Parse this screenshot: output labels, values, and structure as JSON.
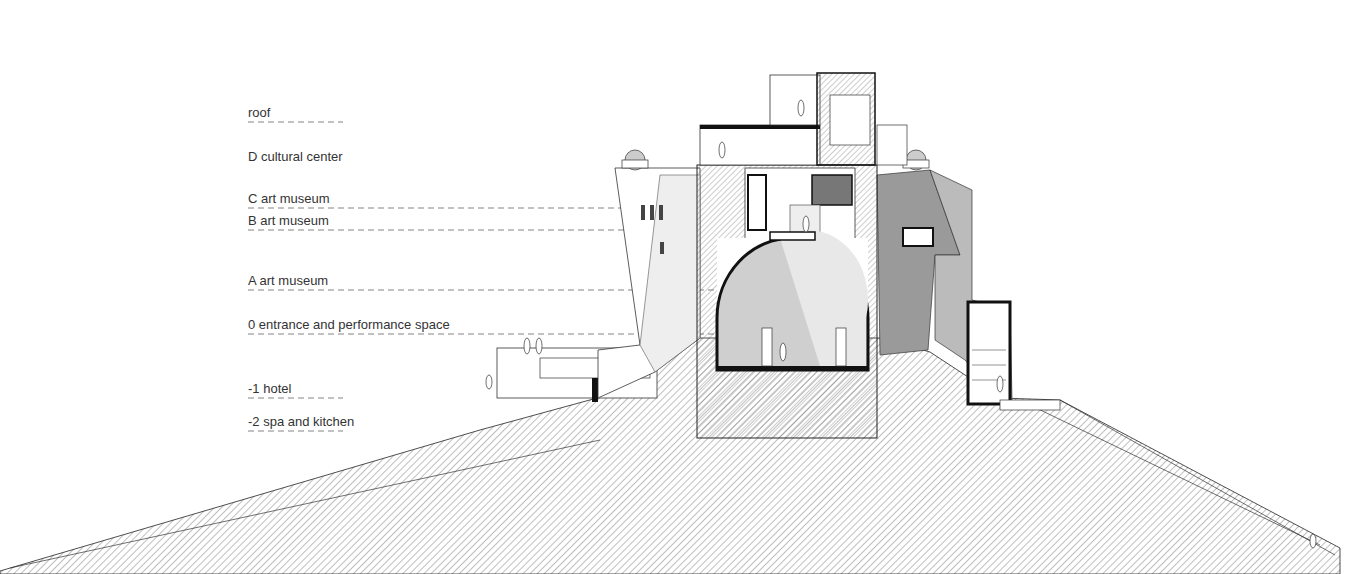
{
  "diagram": {
    "labels": [
      "roof",
      "D cultural center",
      "C art museum",
      "B art museum",
      "A art museum",
      "0 entrance and performance space",
      "-1 hotel",
      "-2 spa and kitchen"
    ]
  }
}
